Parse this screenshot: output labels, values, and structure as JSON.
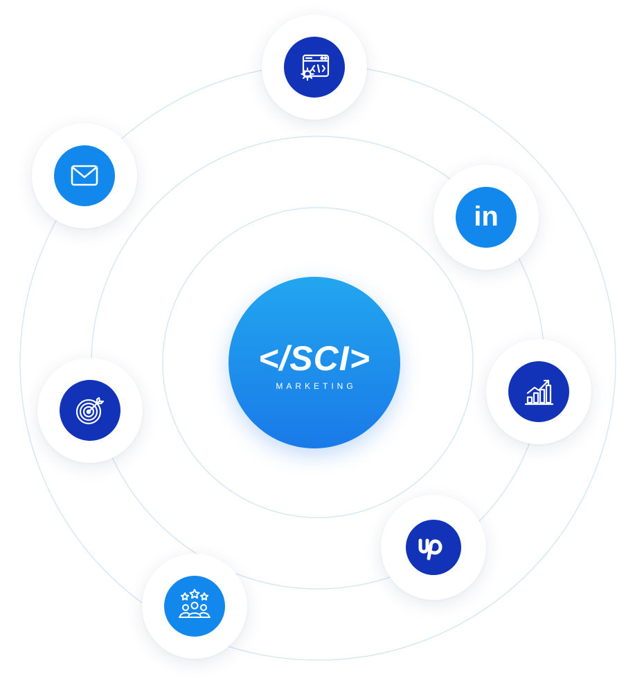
{
  "logo": {
    "main": "</SCI>",
    "sub": "MARKETING"
  },
  "icons": [
    {
      "name": "web-settings-icon",
      "color": "#1233b8"
    },
    {
      "name": "email-icon",
      "color": "#1288ec"
    },
    {
      "name": "linkedin-icon",
      "color": "#1288ec",
      "text": "in"
    },
    {
      "name": "target-icon",
      "color": "#1233b8"
    },
    {
      "name": "growth-chart-icon",
      "color": "#1233b8"
    },
    {
      "name": "upwork-icon",
      "color": "#1233b8"
    },
    {
      "name": "team-rating-icon",
      "color": "#1288ec"
    }
  ],
  "colors": {
    "dark_blue": "#1233b8",
    "light_blue": "#1288ec",
    "center_gradient_top": "#22a6ef",
    "center_gradient_bottom": "#1a7ae8",
    "ring": "#d3e7f6"
  }
}
